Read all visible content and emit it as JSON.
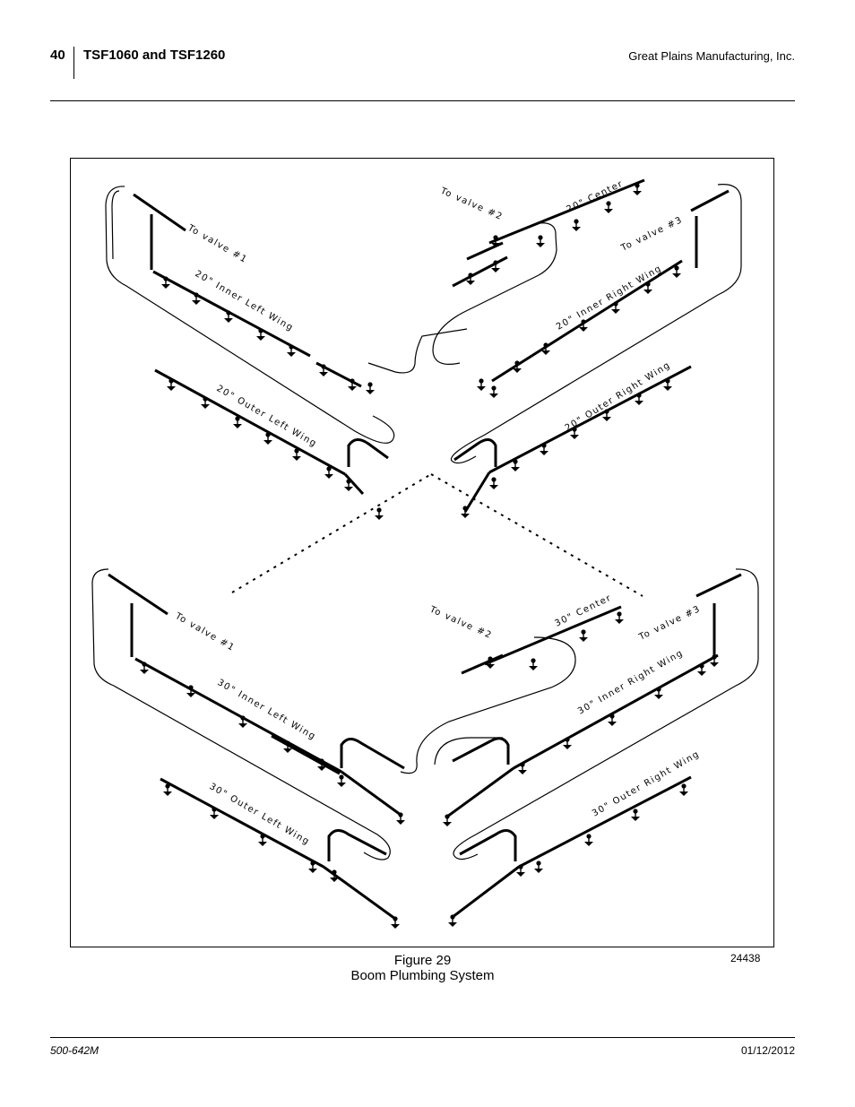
{
  "header": {
    "page_number": "40",
    "title": "TSF1060 and TSF1260",
    "company": "Great Plains Manufacturing, Inc."
  },
  "figure": {
    "number": "Figure 29",
    "caption": "Boom Plumbing System",
    "drawing_id": "24438",
    "labels": {
      "to_valve_1_top": "To valve #1",
      "to_valve_2_top": "To valve #2",
      "to_valve_3_top": "To valve #3",
      "center_20": "20\" Center",
      "inner_left_20": "20\" Inner Left Wing",
      "inner_right_20": "20\" Inner Right Wing",
      "outer_left_20": "20\" Outer Left Wing",
      "outer_right_20": "20\" Outer Right Wing",
      "to_valve_1_bottom": "To valve #1",
      "to_valve_2_bottom": "To valve #2",
      "to_valve_3_bottom": "To valve #3",
      "center_30": "30\" Center",
      "inner_left_30": "30\" Inner Left Wing",
      "inner_right_30": "30\" Inner Right Wing",
      "outer_left_30": "30\" Outer Left Wing",
      "outer_right_30": "30\" Outer Right Wing"
    }
  },
  "footer": {
    "part_number": "500-642M",
    "date": "01/12/2012"
  }
}
